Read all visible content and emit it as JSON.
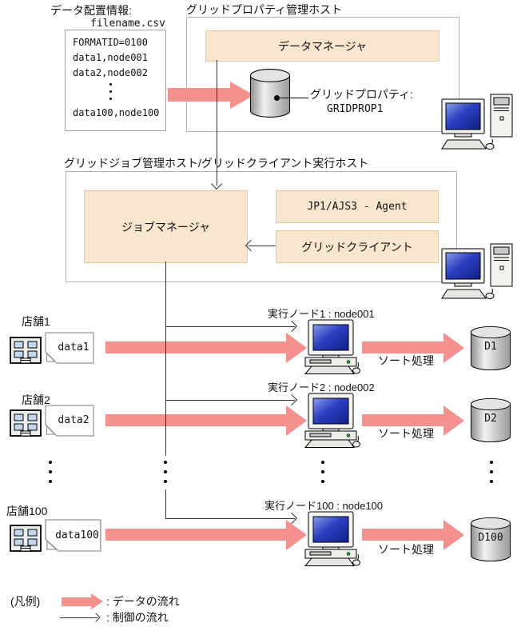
{
  "colors": {
    "data_flow_pink": "#f4908e",
    "panel_fill": "#f9e6ce",
    "panel_border": "#e6c69e",
    "host_border": "#b3b3b3",
    "control_line": "#333333",
    "window_blue": "#c3d7ee",
    "screen_blue": "#2b3fc0"
  },
  "data_placement": {
    "title": "データ配置情報:",
    "filename": "filename.csv",
    "rows": [
      "FORMATID=0100",
      "data1,node001",
      "data2,node002"
    ],
    "last_row": "data100,node100"
  },
  "property_host": {
    "title": "グリッドプロパティ管理ホスト",
    "data_manager": "データマネージャ",
    "db_label": "グリッドプロパティ:",
    "db_name": "GRIDPROP1"
  },
  "job_host": {
    "title": "グリッドジョブ管理ホスト/グリッドクライアント実行ホスト",
    "job_manager": "ジョブマネージャ",
    "agent": "JP1/AJS3 - Agent",
    "grid_client": "グリッドクライアント"
  },
  "stores": [
    {
      "name": "店舗1",
      "data": "data1"
    },
    {
      "name": "店舗2",
      "data": "data2"
    },
    {
      "name": "店舗100",
      "data": "data100"
    }
  ],
  "nodes": [
    {
      "label": "実行ノード1 : node001",
      "process": "ソート処理",
      "db": "D1"
    },
    {
      "label": "実行ノード2 : node002",
      "process": "ソート処理",
      "db": "D2"
    },
    {
      "label": "実行ノード100 : node100",
      "process": "ソート処理",
      "db": "D100"
    }
  ],
  "legend": {
    "title": "(凡例)",
    "data_flow": ": データの流れ",
    "control_flow": ": 制御の流れ"
  }
}
